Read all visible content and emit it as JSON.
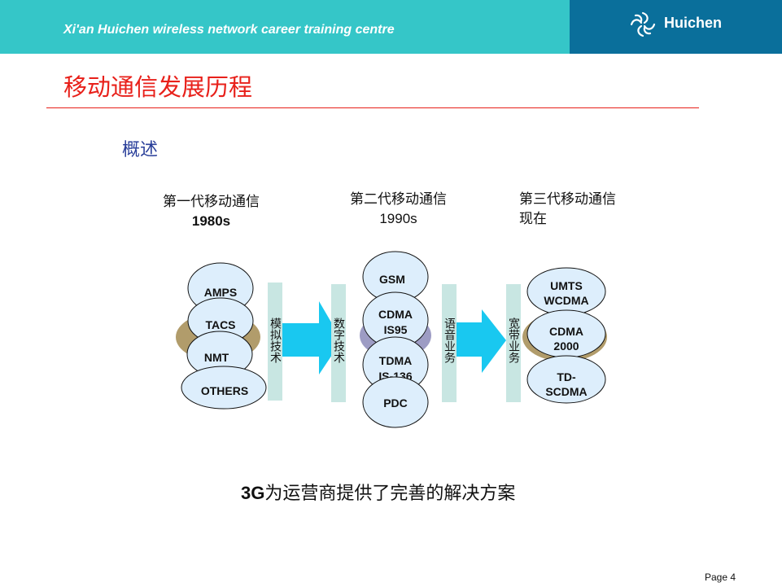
{
  "header": {
    "title": "Xi'an Huichen wireless network career training centre",
    "logo_text": "Huichen"
  },
  "page_title": "移动通信发展历程",
  "subtitle": "概述",
  "generations": [
    {
      "name": "第一代移动通信",
      "year": "1980s"
    },
    {
      "name": "第二代移动通信",
      "year": "1990s"
    },
    {
      "name": "第三代移动通信",
      "year": "现在"
    }
  ],
  "first_gen_systems": [
    "AMPS",
    "TACS",
    "NMT",
    "OTHERS"
  ],
  "second_gen_systems": [
    "GSM",
    "CDMA",
    "IS95",
    "TDMA",
    "IS-136",
    "PDC"
  ],
  "third_gen_systems": [
    "UMTS",
    "WCDMA",
    "CDMA",
    "2000",
    "TD-",
    "SCDMA"
  ],
  "transitions": [
    {
      "from": "模拟技术",
      "to": "数字技术"
    },
    {
      "from": "语音业务",
      "to": "宽带业务"
    }
  ],
  "conclusion": {
    "bold": "3G",
    "rest": "为运营商提供了完善的解决方案"
  },
  "page_number": "Page 4",
  "colors": {
    "header": "#35c6c8",
    "logo_panel": "#0a6f9b",
    "title": "#e8201a",
    "subtitle": "#2a3f9a",
    "arrow": "#19c8f0",
    "bar": "#c8e6e2",
    "back_oval_1g": "#b19c6b",
    "back_oval_2g": "#9d9cc4",
    "back_oval_3g": "#b19c6b",
    "bubble": "#ddeefc"
  }
}
